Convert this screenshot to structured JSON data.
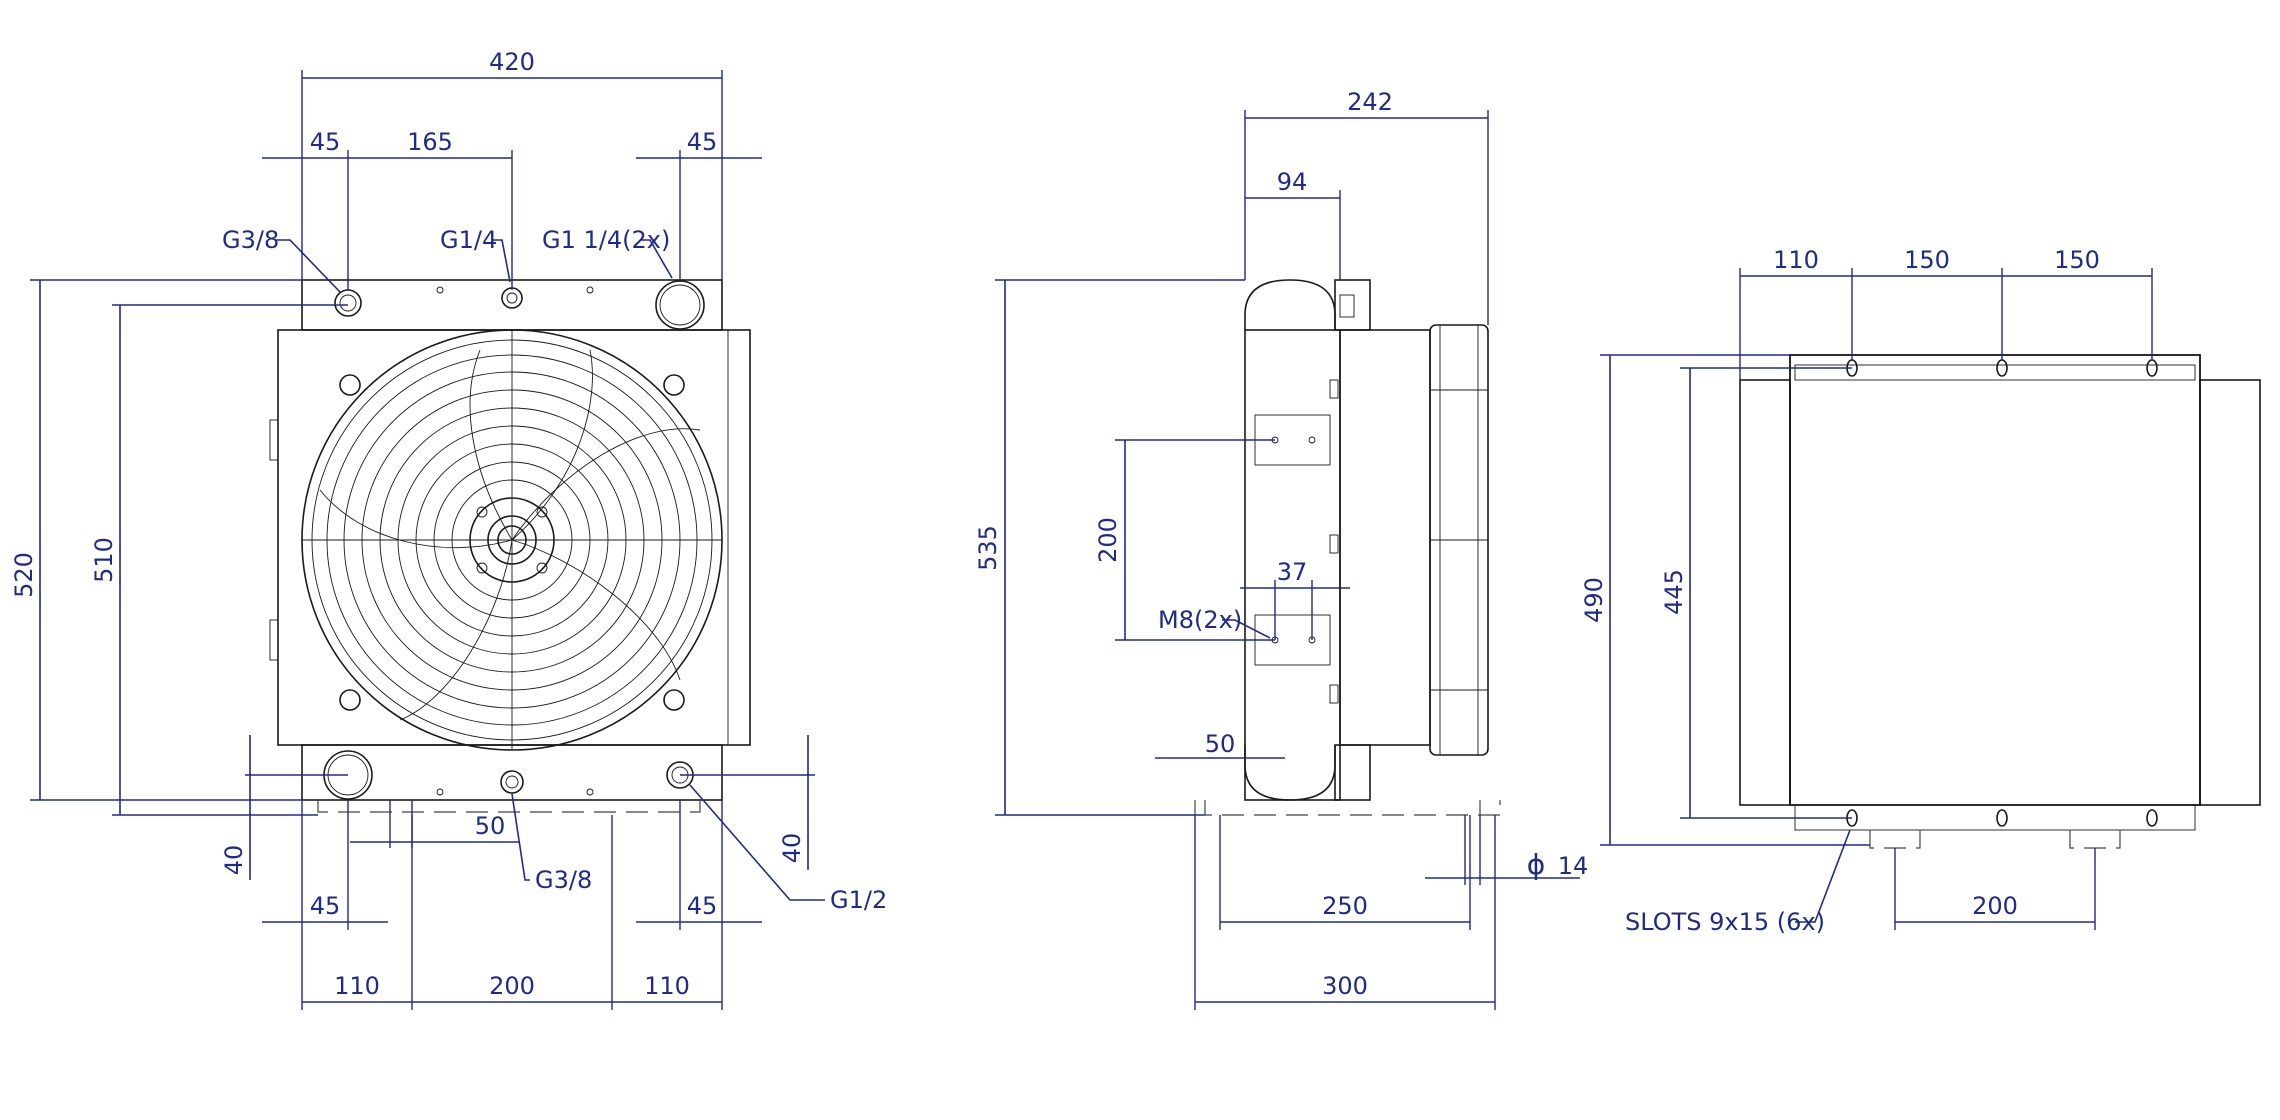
{
  "front_view": {
    "overall_width": "420",
    "offset_left": "45",
    "port_spacing": "165",
    "offset_right": "45",
    "port_g38_top": "G3/8",
    "port_g14": "G1/4",
    "port_g114": "G1 1/4(2x)",
    "height_overall": "520",
    "height_ports": "510",
    "bottom_offset_left": "40",
    "bottom_offset_right": "40",
    "bottom_spacing_50": "50",
    "port_g38_bottom": "G3/8",
    "port_g12": "G1/2",
    "bottom_45_left": "45",
    "bottom_45_right": "45",
    "bottom_110_left": "110",
    "bottom_200": "200",
    "bottom_110_right": "110"
  },
  "side_view": {
    "depth_overall": "242",
    "depth_front": "94",
    "height_overall": "535",
    "mount_spacing": "200",
    "mount_width": "37",
    "mount_thread": "M8(2x)",
    "foot_offset": "50",
    "foot_spacing": "250",
    "foot_width": "300",
    "hole_symbol": "ϕ",
    "hole_diameter": "14"
  },
  "top_view": {
    "slot_110": "110",
    "slot_150_a": "150",
    "slot_150_b": "150",
    "height_490": "490",
    "height_445": "445",
    "slots_label": "SLOTS 9x15 (6x)",
    "foot_spacing_200": "200"
  }
}
